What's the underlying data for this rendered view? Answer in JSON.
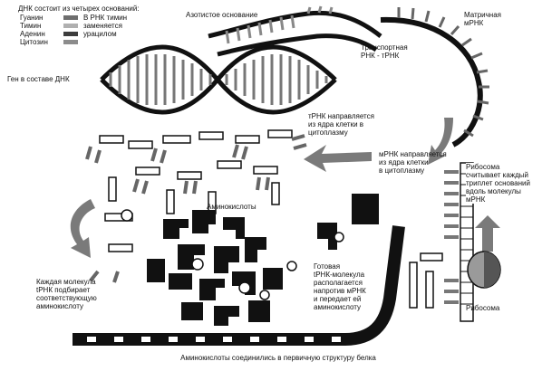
{
  "legend": {
    "title": "ДНК состоит из четырех оснований:",
    "bases": [
      "Гуанин",
      "Тимин",
      "Аденин",
      "Цитозин"
    ],
    "note": "В РНК тимин\nзаменяется\nурацилом",
    "colors": [
      "#6e6e6e",
      "#b0b0b0",
      "#3c3c3c",
      "#8c8c8c"
    ]
  },
  "labels": {
    "nitrogen_base": "Азотистое основание",
    "matrix_mrna": "Матричная\nмРНК",
    "transport_rna": "Транспортная\nРНК - тРНК",
    "gene_in_dna": "Ген в составе ДНК",
    "trna_to_cytoplasm": "тРНК направляется\nиз ядра клетки в\nцитоплазму",
    "mrna_to_cytoplasm": "мРНК направляется\nиз ядра клетки\nв цитоплазму",
    "ribosome_reads": "Рибосома\nсчитывает каждый\nтриплет оснований\nвдоль молекулы\nмРНК",
    "amino_acids": "Аминокислоты",
    "each_trna": "Каждая молекула\ntРНК подбирает\nсоответствующую\nаминокислоту",
    "ready_trna": "Готовая\ntРНК-молекула\nрасполагается\nнапротив мРНК\nи передает ей\nаминокислоту",
    "ribosome": "Рибосома",
    "primary_structure": "Аминокислоты соединились в первичную структуру белка"
  }
}
